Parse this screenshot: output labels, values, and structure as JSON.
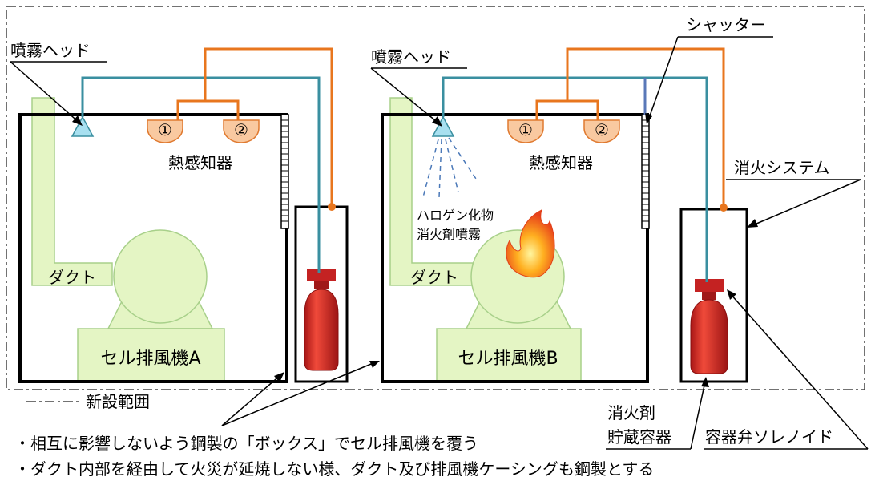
{
  "labels": {
    "spray_head_left": "噴霧ヘッド",
    "spray_head_right": "噴霧ヘッド",
    "shutter": "シャッター",
    "heat_detector_left": "熱感知器",
    "heat_detector_right": "熱感知器",
    "detector_1": "①",
    "detector_2": "②",
    "duct_left": "ダクト",
    "duct_right": "ダクト",
    "fan_a": "セル排風機A",
    "fan_b": "セル排風機B",
    "halogen_line1": "ハロゲン化物",
    "halogen_line2": "消火剤噴霧",
    "fire_system": "消火システム",
    "new_scope": "新設範囲",
    "storage_line1": "消火剤",
    "storage_line2": "貯蔵容器",
    "solenoid": "容器弁ソレノイド"
  },
  "notes": [
    "・相互に影響しないよう鋼製の「ボックス」でセル排風機を覆う",
    "・ダクト内部を経由して火災が延焼しない様、ダクト及び排風機ケーシングも鋼製とする"
  ],
  "colors": {
    "pipe_teal": "#3a8fa0",
    "signal_orange": "#e8761e",
    "shutter_blue": "#5a78b8",
    "spray_cyan": "#a8e0f0",
    "detector_fill": "#f9c9a0",
    "equipment_green": "#e4f5c4",
    "extinguisher_red": "#d42a2a"
  }
}
